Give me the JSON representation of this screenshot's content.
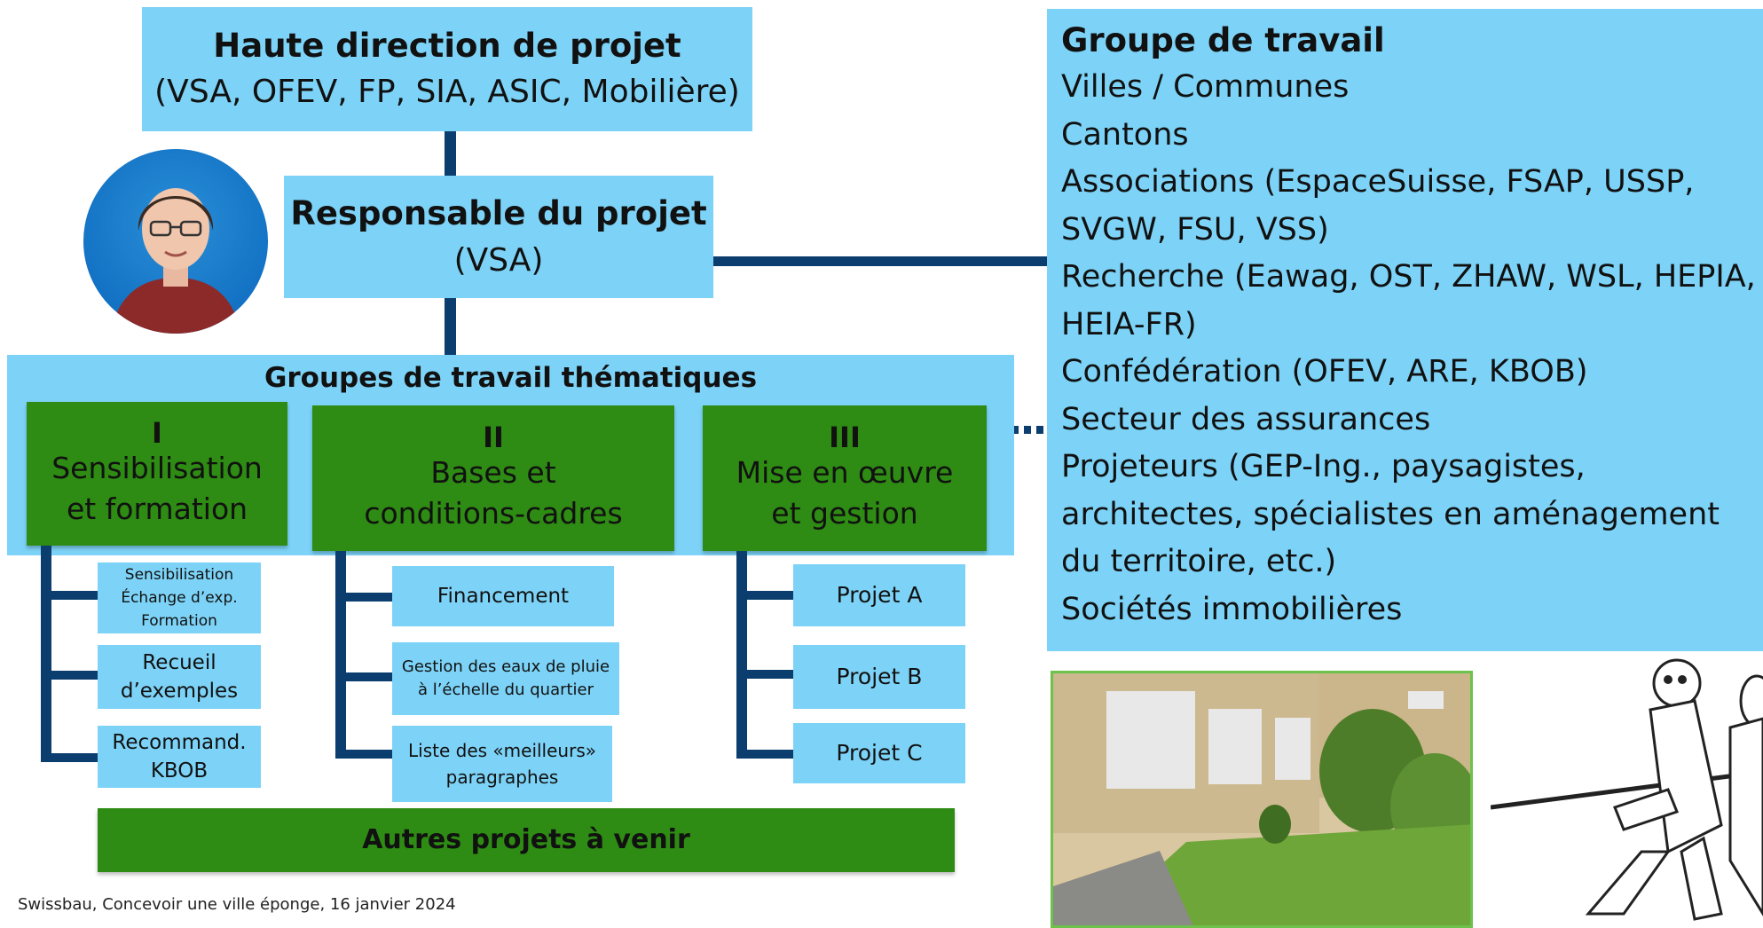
{
  "top": {
    "title": "Haute direction de projet",
    "members": "(VSA, OFEV, FP, SIA, ASIC, Mobilière)"
  },
  "lead": {
    "title": "Responsable du projet",
    "org": "(VSA)"
  },
  "thematic": {
    "title": "Groupes de travail thématiques"
  },
  "groups": [
    {
      "num": "I",
      "line1": "Sensibilisation",
      "line2": "et formation",
      "items": [
        {
          "lines": [
            "Sensibilisation",
            "Échange d’exp.",
            "Formation"
          ]
        },
        {
          "lines": [
            "Recueil",
            "d’exemples"
          ]
        },
        {
          "lines": [
            "Recommand.",
            "KBOB"
          ]
        }
      ]
    },
    {
      "num": "II",
      "line1": "Bases et",
      "line2": "conditions-cadres",
      "items": [
        {
          "lines": [
            "Financement"
          ]
        },
        {
          "lines": [
            "Gestion des eaux de pluie",
            "à l’échelle du quartier"
          ]
        },
        {
          "lines": [
            "Liste des «meilleurs»",
            "paragraphes"
          ]
        }
      ]
    },
    {
      "num": "III",
      "line1": "Mise en œuvre",
      "line2": "et gestion",
      "items": [
        {
          "lines": [
            "Projet A"
          ]
        },
        {
          "lines": [
            "Projet B"
          ]
        },
        {
          "lines": [
            "Projet C"
          ]
        }
      ]
    }
  ],
  "future": "Autres projets à venir",
  "footer": "Swissbau, Concevoir une ville éponge, 16 janvier 2024",
  "working_group": {
    "title": "Groupe de travail",
    "lines": [
      "Villes / Communes",
      "Cantons",
      "Associations (EspaceSuisse, FSAP, USSP,",
      "SVGW, FSU, VSS)",
      "Recherche (Eawag, OST, ZHAW, WSL, HEPIA,",
      "HEIA-FR)",
      "Confédération (OFEV, ARE, KBOB)",
      "Secteur des assurances",
      "Projeteurs (GEP-Ing., paysagistes,",
      "architectes, spécialistes en aménagement",
      "du territoire, etc.)",
      "Sociétés immobilières"
    ]
  },
  "colors": {
    "light_blue": "#7dd3f7",
    "green": "#2e8b13",
    "connector": "#0b3d6e"
  }
}
